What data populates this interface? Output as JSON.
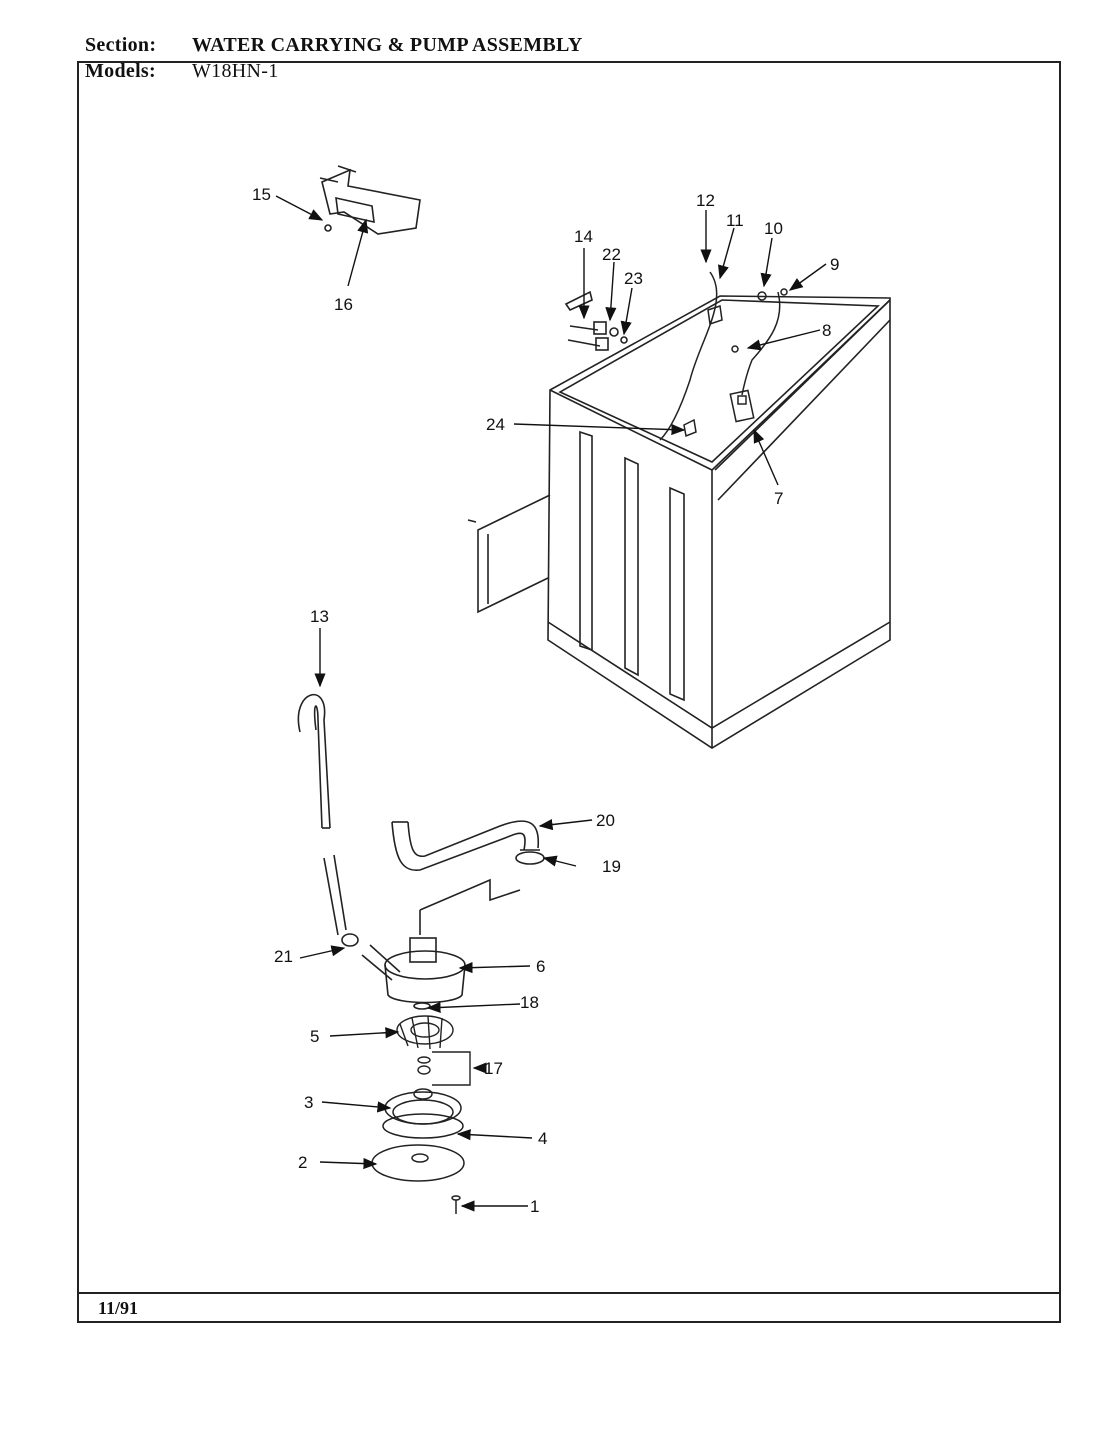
{
  "header": {
    "section_label": "Section:",
    "section_value": "WATER CARRYING & PUMP ASSEMBLY",
    "models_label": "Models:",
    "models_value": "W18HN-1"
  },
  "footer": {
    "date": "11/91"
  },
  "callouts": [
    "1",
    "2",
    "3",
    "4",
    "5",
    "6",
    "7",
    "8",
    "9",
    "10",
    "11",
    "12",
    "13",
    "14",
    "15",
    "16",
    "17",
    "18",
    "19",
    "20",
    "21",
    "22",
    "23",
    "24"
  ]
}
